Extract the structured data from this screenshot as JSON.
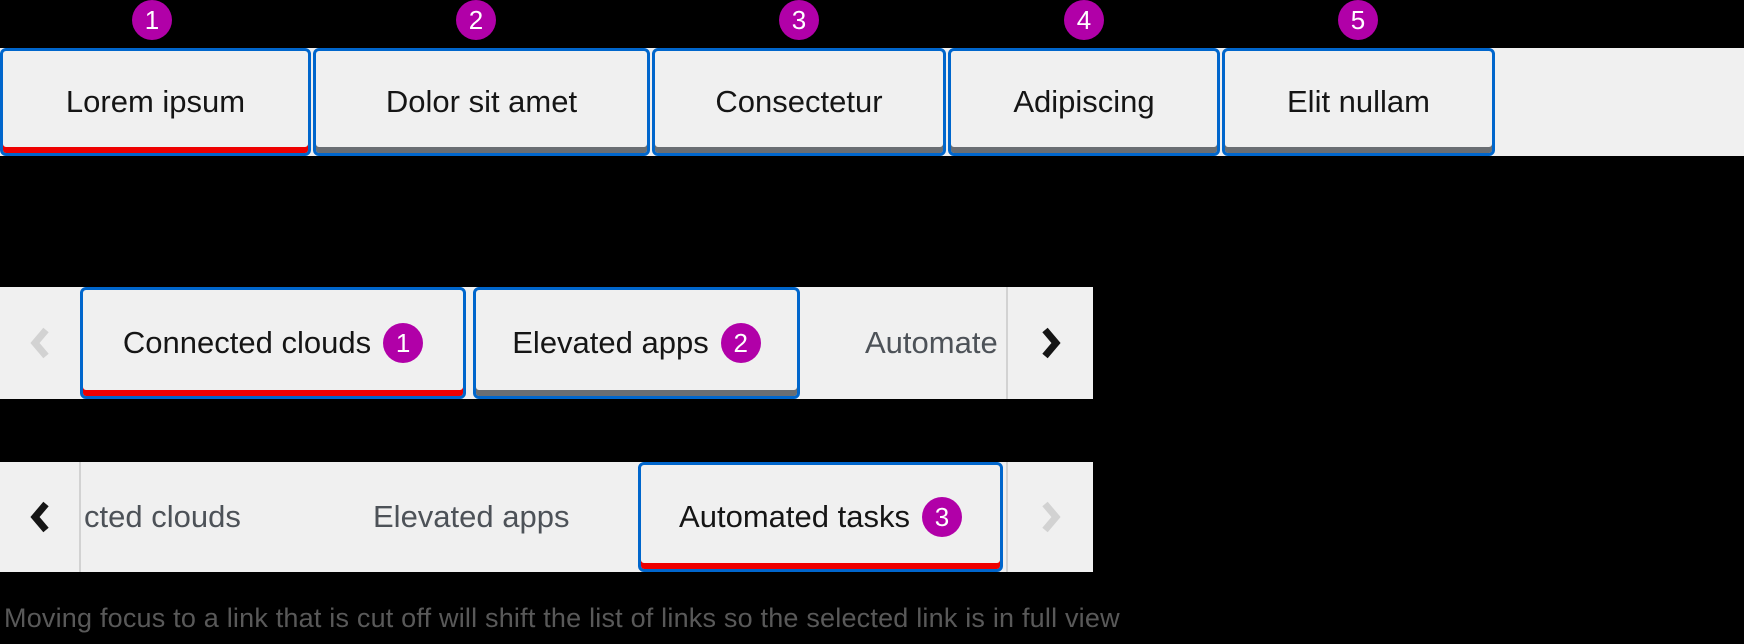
{
  "colors": {
    "background": "#000000",
    "bar_background": "#f0f0f0",
    "tab_outline_blue": "#0066cc",
    "selected_underline_red": "#ee0000",
    "default_underline_gray": "#6a6e73",
    "annotation_badge_magenta": "#b100a8",
    "tab_text": "#151515",
    "muted_link_text": "#4d5258",
    "disabled_control_gray": "#d2d2d2",
    "caption_text_gray": "#595959"
  },
  "example_full": {
    "tabs": [
      {
        "label": "Lorem ipsum",
        "badge": "1",
        "selected": true
      },
      {
        "label": "Dolor sit amet",
        "badge": "2",
        "selected": false
      },
      {
        "label": "Consectetur",
        "badge": "3",
        "selected": false
      },
      {
        "label": "Adipiscing",
        "badge": "4",
        "selected": false
      },
      {
        "label": "Elit nullam",
        "badge": "5",
        "selected": false
      }
    ]
  },
  "example_scroll_start": {
    "left_scroll_disabled": true,
    "right_scroll_disabled": false,
    "tabs": [
      {
        "label": "Connected clouds",
        "badge": "1",
        "selected": true
      },
      {
        "label": "Elevated apps",
        "badge": "2",
        "selected": false
      }
    ],
    "clipped_link": "Automate"
  },
  "example_scroll_end": {
    "left_scroll_disabled": false,
    "right_scroll_disabled": true,
    "clipped_links": [
      "cted clouds",
      "Elevated apps"
    ],
    "tabs": [
      {
        "label": "Automated tasks",
        "badge": "3",
        "selected": true
      }
    ]
  },
  "caption": "Moving focus to a link that is cut off will shift the list of links so the selected link is in full view"
}
